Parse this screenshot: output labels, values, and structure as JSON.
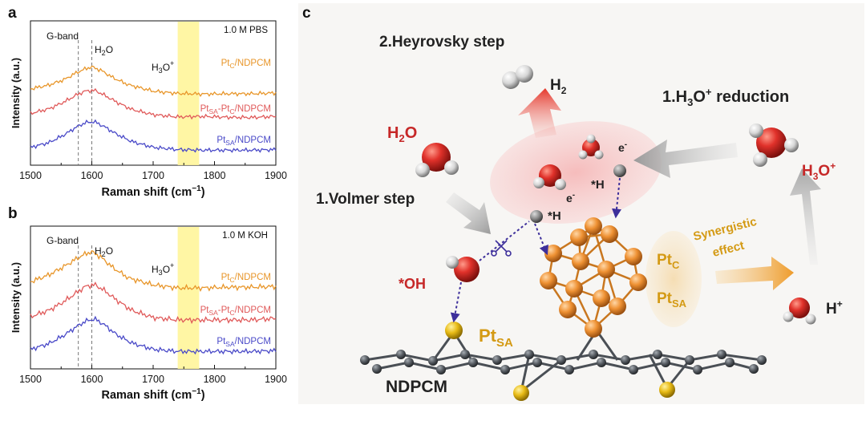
{
  "panels": [
    {
      "letter": "a",
      "electrolyte": "1.0 M PBS",
      "gband": "G-band",
      "h2o": "H",
      "h2o_sub": "2",
      "h2o_end": "O",
      "h3o": "H",
      "h3o_sub": "3",
      "h3o_end": "O",
      "h3o_sup": "+"
    },
    {
      "letter": "b",
      "electrolyte": "1.0 M KOH",
      "gband": "G-band",
      "h2o": "H",
      "h2o_sub": "2",
      "h2o_end": "O",
      "h3o": "H",
      "h3o_sub": "3",
      "h3o_end": "O",
      "h3o_sup": "+"
    }
  ],
  "chart_data": [
    {
      "type": "line",
      "panel": "a",
      "xlabel": "Raman shift (cm",
      "xlabel_sup": "−1",
      "xlabel_end": ")",
      "ylabel": "Intensity (a.u.)",
      "xlim": [
        1500,
        1900
      ],
      "xticks": [
        "1500",
        "1600",
        "1700",
        "1800",
        "1900"
      ],
      "dashed_lines": [
        1578,
        1600
      ],
      "highlight_band": [
        1740,
        1775
      ],
      "series": [
        {
          "label_pre": "Pt",
          "label_sub": "C",
          "label_post": "/NDPCM",
          "color": "#e8962a",
          "x": [
            1500,
            1530,
            1555,
            1575,
            1590,
            1600,
            1615,
            1635,
            1660,
            1700,
            1740,
            1780,
            1820,
            1860,
            1900
          ],
          "y": [
            0.2,
            0.33,
            0.52,
            0.76,
            0.9,
            0.96,
            0.84,
            0.58,
            0.34,
            0.12,
            0.04,
            0.02,
            0.03,
            0.03,
            0.06
          ]
        },
        {
          "label_pre": "Pt",
          "label_sub": "SA",
          "label_mid": "-Pt",
          "label_sub2": "C",
          "label_post": "/NDPCM",
          "color": "#e05a5a",
          "x": [
            1500,
            1530,
            1555,
            1575,
            1590,
            1605,
            1620,
            1640,
            1665,
            1700,
            1740,
            1780,
            1820,
            1860,
            1900
          ],
          "y": [
            0.18,
            0.34,
            0.58,
            0.82,
            0.96,
            0.98,
            0.82,
            0.58,
            0.32,
            0.14,
            0.06,
            0.08,
            0.05,
            0.04,
            0.08
          ]
        },
        {
          "label_pre": "Pt",
          "label_sub": "SA",
          "label_post": "/NDPCM",
          "color": "#4a4ac8",
          "x": [
            1500,
            1530,
            1555,
            1575,
            1590,
            1605,
            1620,
            1640,
            1665,
            1700,
            1740,
            1780,
            1820,
            1860,
            1900
          ],
          "y": [
            0.12,
            0.28,
            0.55,
            0.82,
            0.98,
            1.0,
            0.84,
            0.58,
            0.32,
            0.12,
            0.04,
            0.02,
            0.02,
            0.02,
            0.04
          ]
        }
      ]
    },
    {
      "type": "line",
      "panel": "b",
      "xlabel": "Raman shift (cm",
      "xlabel_sup": "−1",
      "xlabel_end": ")",
      "ylabel": "Intensity (a.u.)",
      "xlim": [
        1500,
        1900
      ],
      "xticks": [
        "1500",
        "1600",
        "1700",
        "1800",
        "1900"
      ],
      "dashed_lines": [
        1578,
        1600
      ],
      "highlight_band": [
        1740,
        1775
      ],
      "series": [
        {
          "label_pre": "Pt",
          "label_sub": "C",
          "label_post": "/NDPCM",
          "color": "#e8962a",
          "x": [
            1500,
            1530,
            1555,
            1575,
            1590,
            1600,
            1615,
            1635,
            1660,
            1700,
            1740,
            1780,
            1820,
            1860,
            1900
          ],
          "y": [
            0.22,
            0.4,
            0.62,
            0.82,
            0.95,
            1.0,
            0.86,
            0.58,
            0.32,
            0.14,
            0.06,
            0.06,
            0.08,
            0.08,
            0.1
          ]
        },
        {
          "label_pre": "Pt",
          "label_sub": "SA",
          "label_mid": "-Pt",
          "label_sub2": "C",
          "label_post": "/NDPCM",
          "color": "#e05a5a",
          "x": [
            1500,
            1530,
            1555,
            1575,
            1590,
            1605,
            1620,
            1640,
            1665,
            1700,
            1740,
            1780,
            1820,
            1860,
            1900
          ],
          "y": [
            0.14,
            0.3,
            0.52,
            0.74,
            0.9,
            0.94,
            0.8,
            0.56,
            0.3,
            0.12,
            0.06,
            0.06,
            0.06,
            0.06,
            0.1
          ]
        },
        {
          "label_pre": "Pt",
          "label_sub": "SA",
          "label_post": "/NDPCM",
          "color": "#4a4ac8",
          "x": [
            1500,
            1530,
            1555,
            1575,
            1590,
            1605,
            1620,
            1640,
            1665,
            1700,
            1740,
            1780,
            1820,
            1860,
            1900
          ],
          "y": [
            0.1,
            0.26,
            0.5,
            0.74,
            0.9,
            0.96,
            0.8,
            0.52,
            0.28,
            0.1,
            0.04,
            0.04,
            0.04,
            0.04,
            0.06
          ]
        }
      ]
    }
  ],
  "scheme": {
    "letter": "c",
    "heyrovsky": "2.Heyrovsky step",
    "h2": "H",
    "h2_sub": "2",
    "h3o_reduction_pre": "1.H",
    "h3o_reduction_sub": "3",
    "h3o_reduction_mid": "O",
    "h3o_reduction_sup": "+",
    "h3o_reduction_post": " reduction",
    "h2o": "H",
    "h2o_sub": "2",
    "h2o_end": "O",
    "volmer": "1.Volmer step",
    "oh": "*OH",
    "star_h": "*H",
    "e_minus": "e",
    "e_sup": "-",
    "h3o_plus_pre": "H",
    "h3o_plus_sub": "3",
    "h3o_plus_end": "O",
    "h3o_plus_sup": "+",
    "ptc_pre": "Pt",
    "ptc_sub": "C",
    "ptsa_pre": "Pt",
    "ptsa_sub": "SA",
    "synergistic_1": "Synergistic",
    "synergistic_2": "effect",
    "h_plus": "H",
    "h_plus_sup": "+",
    "ndpcm": "NDPCM",
    "colors": {
      "red_text": "#c62828",
      "gold_text": "#d49a14",
      "background": "#f7f6f4",
      "platinum": "#e8922e",
      "oxygen": "#d32f2f",
      "carbon": "#555a60",
      "sulfur": "#e3b81c"
    }
  }
}
